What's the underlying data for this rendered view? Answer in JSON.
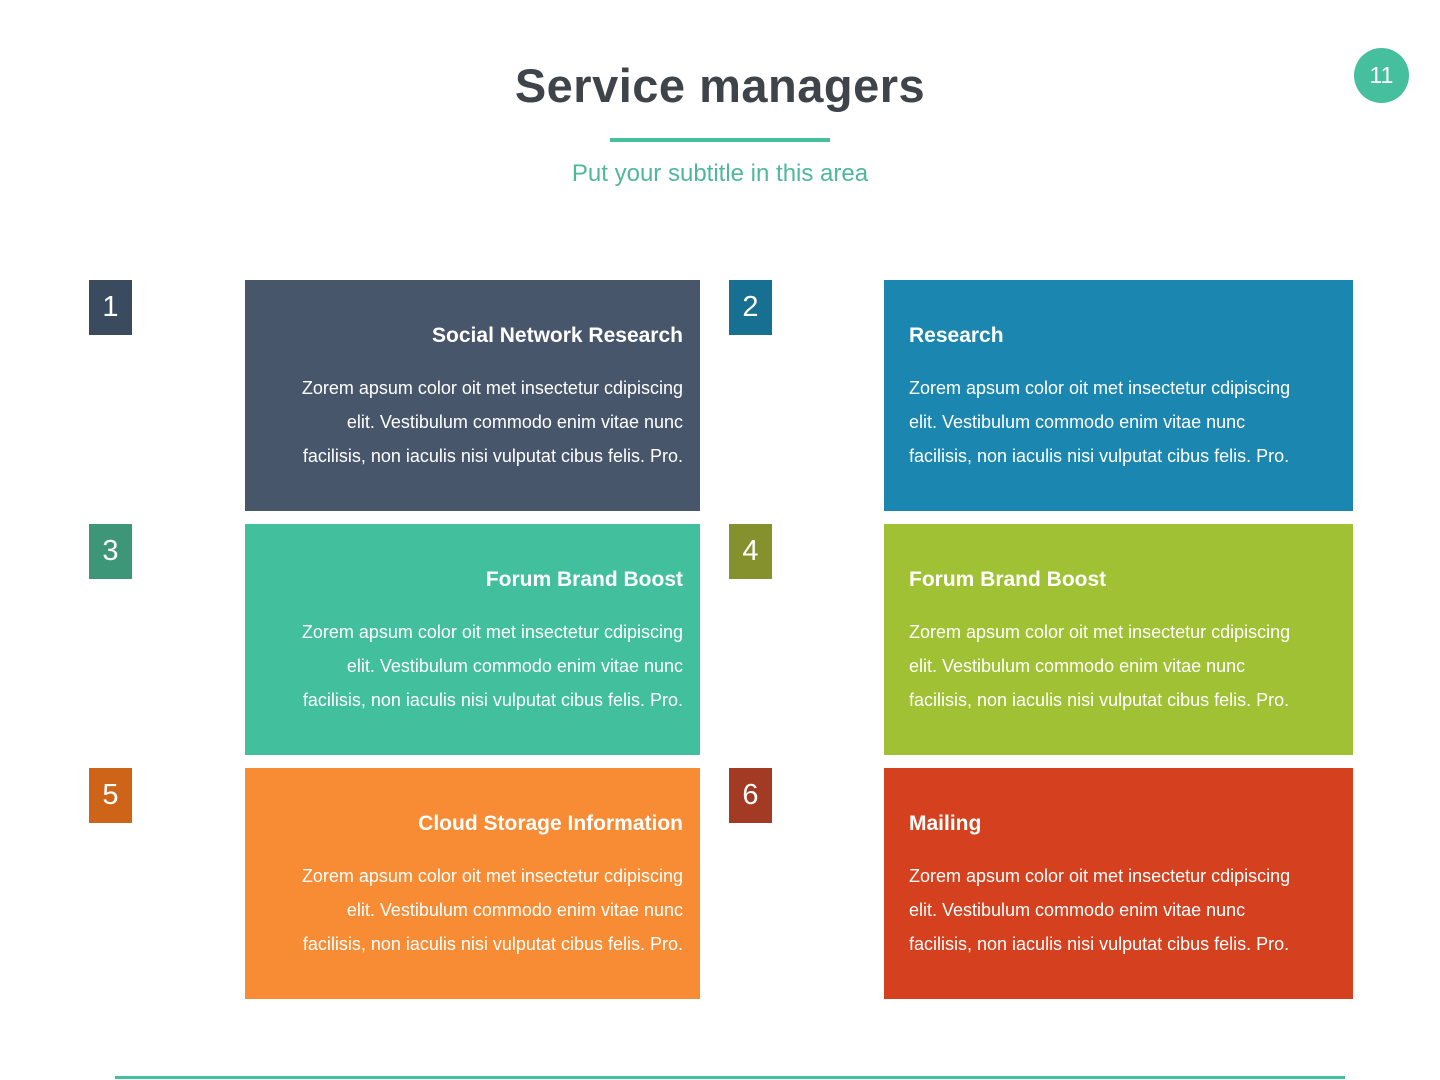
{
  "page": {
    "number": "11",
    "accent_color": "#45bf9e"
  },
  "header": {
    "title": "Service managers",
    "subtitle": "Put your subtitle in this area"
  },
  "body_lines": [
    "Zorem apsum color oit met insectetur cdipiscing",
    "elit. Vestibulum commodo enim vitae nunc",
    "facilisis, non iaculis nisi vulputat cibus felis. Pro."
  ],
  "blocks": [
    {
      "number": "1",
      "title": "Social Network Research",
      "card_color": "#47566b",
      "badge_color": "#3b4b5f"
    },
    {
      "number": "2",
      "title": "Research",
      "card_color": "#1b87b0",
      "badge_color": "#176f92"
    },
    {
      "number": "3",
      "title": "Forum Brand Boost",
      "card_color": "#42bf9c",
      "badge_color": "#3e9678"
    },
    {
      "number": "4",
      "title": "Forum Brand Boost",
      "card_color": "#a0c133",
      "badge_color": "#85912c"
    },
    {
      "number": "5",
      "title": "Cloud Storage Information",
      "card_color": "#f88c35",
      "badge_color": "#cd6418"
    },
    {
      "number": "6",
      "title": "Mailing",
      "card_color": "#d5411f",
      "badge_color": "#a33b24"
    }
  ]
}
